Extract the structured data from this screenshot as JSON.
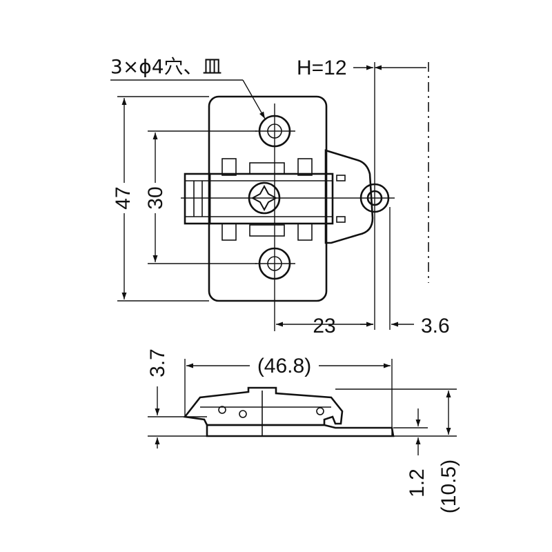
{
  "colors": {
    "plate_fill": "#b9b9b9",
    "plate_dark": "#8f8f8f",
    "line": "#111111",
    "background": "#ffffff"
  },
  "labels": {
    "hole_note": "3×ϕ4穴、皿",
    "h_label": "H=12",
    "height_overall": "47",
    "hole_spacing": "30",
    "hole_to_edge": "23",
    "edge_offset": "3.6",
    "plate_length": "(46.8)",
    "side_height": "3.7",
    "step_thickness": "1.2",
    "overall_height": "(10.5)"
  },
  "icons": {
    "screw": "phillips-screw-icon",
    "arrow": "arrowhead-icon"
  }
}
